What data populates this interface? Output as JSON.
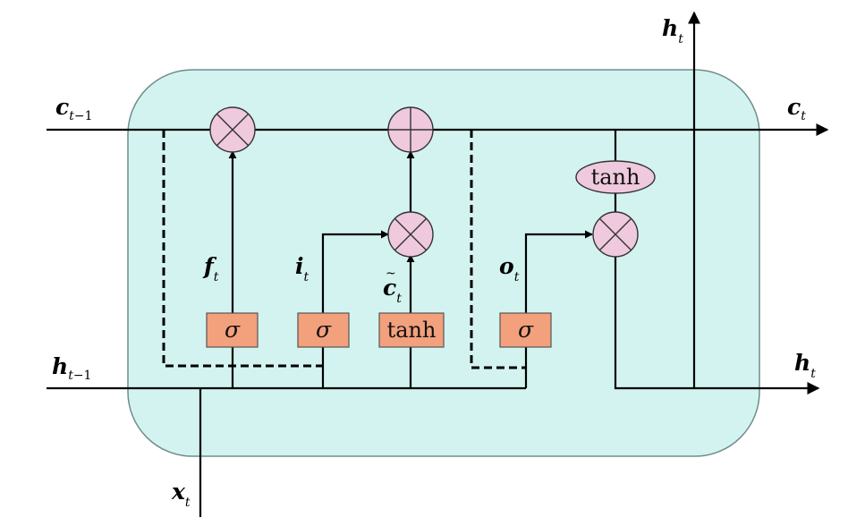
{
  "colors": {
    "cell_fill": "#d3f3f0",
    "cell_stroke": "#6f8d8b",
    "gate_fill": "#f3a07d",
    "op_fill": "#efc9dd",
    "line": "#000000"
  },
  "inputs": {
    "c_prev": {
      "var": "c",
      "sub": "t",
      "sub2": "−1"
    },
    "h_prev": {
      "var": "h",
      "sub": "t",
      "sub2": "−1"
    },
    "x": {
      "var": "x",
      "sub": "t"
    }
  },
  "outputs": {
    "c": {
      "var": "c",
      "sub": "t"
    },
    "h_right": {
      "var": "h",
      "sub": "t"
    },
    "h_top": {
      "var": "h",
      "sub": "t"
    }
  },
  "gates": {
    "forget": {
      "label": "σ",
      "output_var": "f",
      "output_sub": "t"
    },
    "input": {
      "label": "σ",
      "output_var": "i",
      "output_sub": "t"
    },
    "candidate": {
      "label": "tanh",
      "output_var": "c",
      "output_sub": "t",
      "accent": "~"
    },
    "output": {
      "label": "σ",
      "output_var": "o",
      "output_sub": "t"
    }
  },
  "cell_state_tanh": {
    "label": "tanh"
  },
  "operations": [
    {
      "id": "forget-multiply",
      "kind": "multiply"
    },
    {
      "id": "cell-add",
      "kind": "add"
    },
    {
      "id": "input-multiply",
      "kind": "multiply"
    },
    {
      "id": "output-multiply",
      "kind": "multiply"
    }
  ]
}
